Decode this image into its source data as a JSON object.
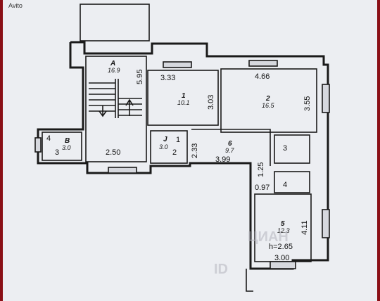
{
  "corner_mark": "Avito",
  "dimensions": {
    "d1": "3.33",
    "d2": "4.66",
    "d3": "5.95",
    "d4": "3.03",
    "d5": "3.55",
    "d6": "2.50",
    "d7": "2.33",
    "d8": "3.99",
    "d9": "1.25",
    "d10": "0.97",
    "d11": "4.11",
    "d12": "3.00"
  },
  "rooms": {
    "stair": {
      "num": "A",
      "area": "16.9"
    },
    "r1": {
      "num": "1",
      "area": "10.1"
    },
    "r2": {
      "num": "2",
      "area": "16.5"
    },
    "r6": {
      "num": "6",
      "area": "9.7"
    },
    "r5": {
      "num": "5",
      "area": "12.3"
    },
    "rB": {
      "num": "B",
      "area": "3.0"
    },
    "rJ": {
      "num": "J",
      "area": "3.0"
    }
  },
  "small_labels": {
    "l1": "1",
    "l2": "2",
    "l3": "3",
    "l4": "4",
    "l3b": "3",
    "l4b": "4"
  },
  "height_label": "h=2.65",
  "watermark": {
    "brand": "ЦИАН",
    "id": "ID"
  }
}
